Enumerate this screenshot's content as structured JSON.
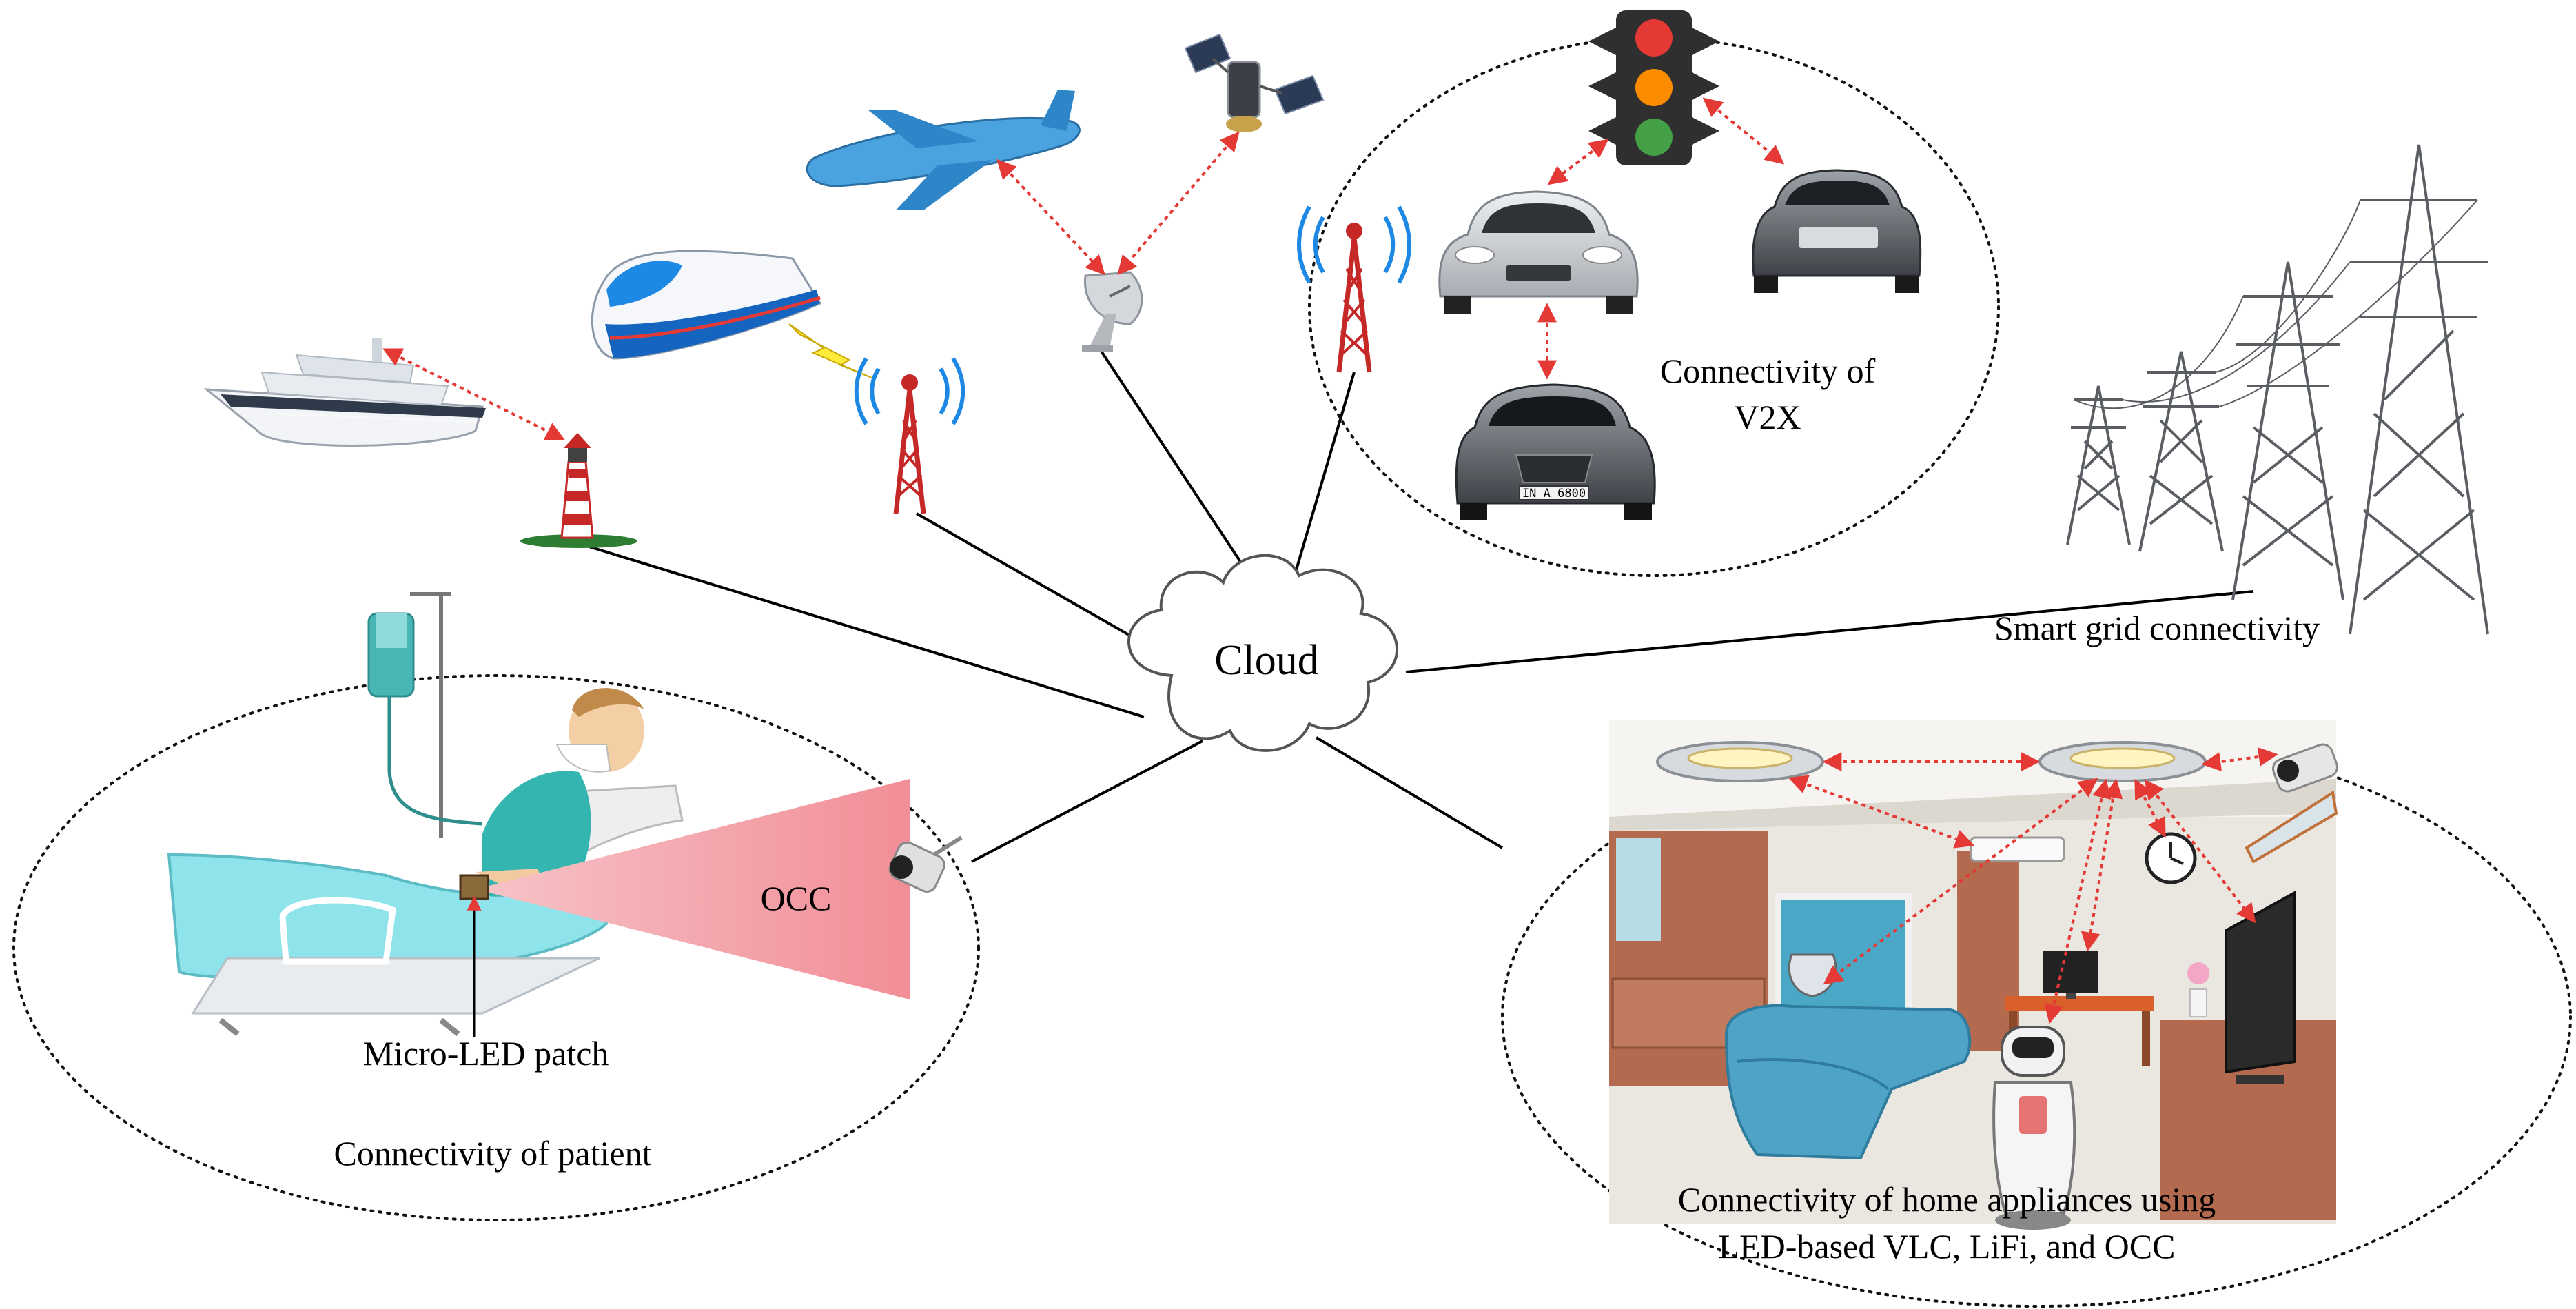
{
  "labels": {
    "cloud": "Cloud",
    "v2x_line1": "Connectivity of",
    "v2x_line2": "V2X",
    "smart_grid": "Smart grid connectivity",
    "occ": "OCC",
    "micro_led": "Micro-LED patch",
    "patient": "Connectivity of patient",
    "home_line1": "Connectivity of home appliances using",
    "home_line2": "LED-based VLC, LiFi, and OCC",
    "license_plate": "IN A 6800"
  },
  "colors": {
    "link_line": "#000000",
    "wireless_link": "#e53935",
    "occ_beam": "#f4a3a8",
    "tower_red": "#d32f2f",
    "signal_blue": "#1e88e5",
    "car_silver": "#c9ccd1",
    "car_dark": "#6b6f75",
    "traffic_light_body": "#333333",
    "bed_cyan": "#8fe3ea",
    "sofa_blue": "#4fa3c7",
    "wall_beige": "#e8e4de",
    "cabinet_brown": "#b36a4f"
  },
  "icons": [
    "cruise-ship-icon",
    "lighthouse-icon",
    "train-icon",
    "lightning-bolt-icon",
    "cell-tower-icon",
    "airplane-icon",
    "satellite-icon",
    "satellite-dish-icon",
    "traffic-light-icon",
    "car-icon",
    "power-pylon-icon",
    "cloud-icon",
    "iv-drip-icon",
    "hospital-bed-icon",
    "patient-icon",
    "cctv-camera-icon",
    "ceiling-led-icon",
    "robot-icon",
    "tv-icon",
    "wall-clock-icon",
    "sofa-icon"
  ]
}
